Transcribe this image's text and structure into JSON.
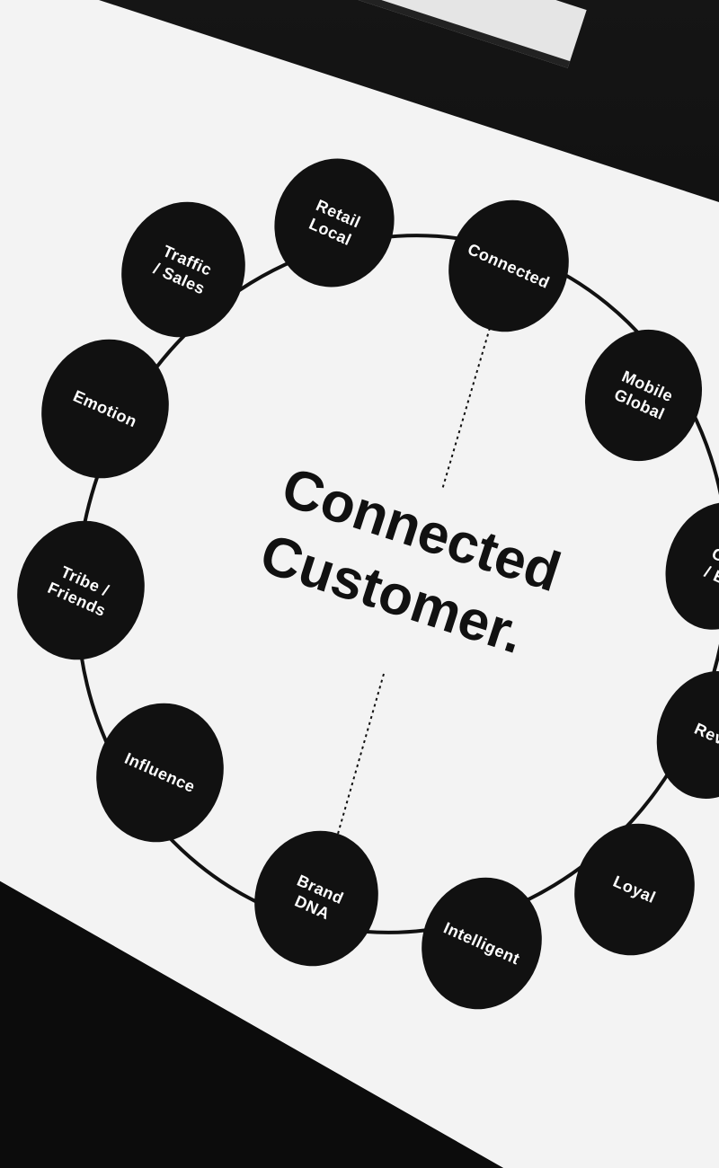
{
  "title": {
    "line1": "Connected",
    "line2": "Customer."
  },
  "nodes": [
    {
      "id": "retail-local",
      "lines": [
        "Retail",
        "Local"
      ]
    },
    {
      "id": "connected",
      "lines": [
        "Connected"
      ]
    },
    {
      "id": "mobile-global",
      "lines": [
        "Mobile",
        "Global"
      ]
    },
    {
      "id": "co-e",
      "lines": [
        "Co",
        "/ E"
      ]
    },
    {
      "id": "revi",
      "lines": [
        "Revi"
      ]
    },
    {
      "id": "loyal",
      "lines": [
        "Loyal"
      ]
    },
    {
      "id": "intelligent",
      "lines": [
        "Intelligent"
      ]
    },
    {
      "id": "brand-dna",
      "lines": [
        "Brand",
        "DNA"
      ]
    },
    {
      "id": "influence",
      "lines": [
        "Influence"
      ]
    },
    {
      "id": "tribe-friends",
      "lines": [
        "Tribe /",
        "Friends"
      ]
    },
    {
      "id": "emotion",
      "lines": [
        "Emotion"
      ]
    },
    {
      "id": "traffic-sales",
      "lines": [
        "Traffic",
        "/ Sales"
      ]
    }
  ],
  "colors": {
    "node_fill": "#111111",
    "node_text": "#ffffff",
    "screen_bg": "#f4f4f4",
    "title_text": "#111111"
  }
}
